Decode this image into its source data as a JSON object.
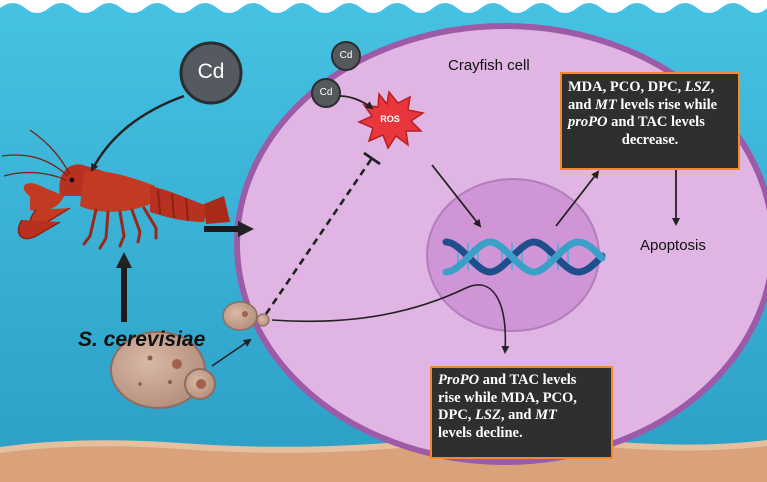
{
  "labels": {
    "crayfish_cell": "Crayfish cell",
    "apoptosis": "Apoptosis",
    "ros": "ROS",
    "cd_large": "Cd",
    "cd_small_1": "Cd",
    "cd_small_2": "Cd",
    "organism": "S. cerevisiae"
  },
  "boxes": {
    "upper": {
      "line1_a": "MDA, PCO, DPC, ",
      "line1_b": "LSZ",
      "line1_c": ",",
      "line2_a": "and ",
      "line2_b": "MT",
      "line2_c": " levels rise while",
      "line3_a": "proPO",
      "line3_b": " and TAC levels",
      "line4": "decrease."
    },
    "lower": {
      "line1_a": "ProPO",
      "line1_b": " and TAC levels",
      "line2": "rise while MDA, PCO,",
      "line3_a": "DPC, ",
      "line3_b": "LSZ",
      "line3_c": ", and ",
      "line3_d": "MT",
      "line4": "levels decline."
    }
  },
  "colors": {
    "water": "#3fb6d7",
    "sand": "#d9a27b",
    "cell": "#e0b5e3",
    "cell_border": "#9d5aa7",
    "nucleus": "#cf95d6",
    "ros": "#e8363c",
    "box_border": "#f08a2a"
  }
}
